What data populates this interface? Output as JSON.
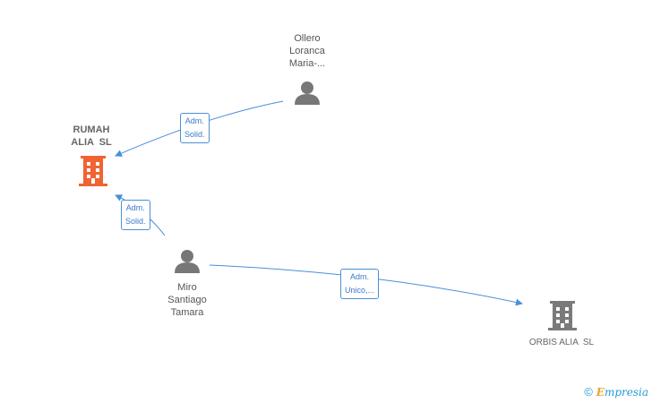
{
  "colors": {
    "edge": "#4a8fd9",
    "person_icon": "#777777",
    "company_main": "#f06432",
    "company_other": "#7a7a7a",
    "brand": "#1f9bd7",
    "brand_accent": "#f0a030"
  },
  "nodes": {
    "rumah": {
      "lines": [
        "RUMAH",
        "ALIA  SL"
      ],
      "icon": "building-icon"
    },
    "ollero": {
      "lines": [
        "Ollero",
        "Loranca",
        "Maria-..."
      ],
      "icon": "person-icon"
    },
    "miro": {
      "lines": [
        "Miro",
        "Santiago",
        "Tamara"
      ],
      "icon": "person-icon"
    },
    "orbis": {
      "lines": [
        "ORBIS ALIA  SL"
      ],
      "icon": "building-icon"
    }
  },
  "edges": [
    {
      "from": "ollero",
      "to": "rumah",
      "label": [
        "Adm.",
        "Solid."
      ]
    },
    {
      "from": "miro",
      "to": "rumah",
      "label": [
        "Adm.",
        "Solid."
      ]
    },
    {
      "from": "miro",
      "to": "orbis",
      "label": [
        "Adm.",
        "Unico,..."
      ]
    }
  ],
  "brand": {
    "copyright": "©",
    "first": "E",
    "rest": "mpresia"
  }
}
